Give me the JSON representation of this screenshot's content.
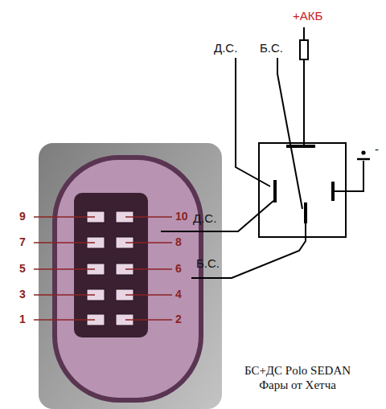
{
  "diagram": {
    "caption": "БС+ДС Polo SEDAN Фары от Хетча",
    "labels": [
      "Д.С.",
      "Б.С.",
      "+АКБ",
      "-",
      "Д.С.",
      "Б.С.",
      "9",
      "10",
      "7",
      "8",
      "5",
      "6",
      "3",
      "4",
      "1",
      "2"
    ]
  }
}
